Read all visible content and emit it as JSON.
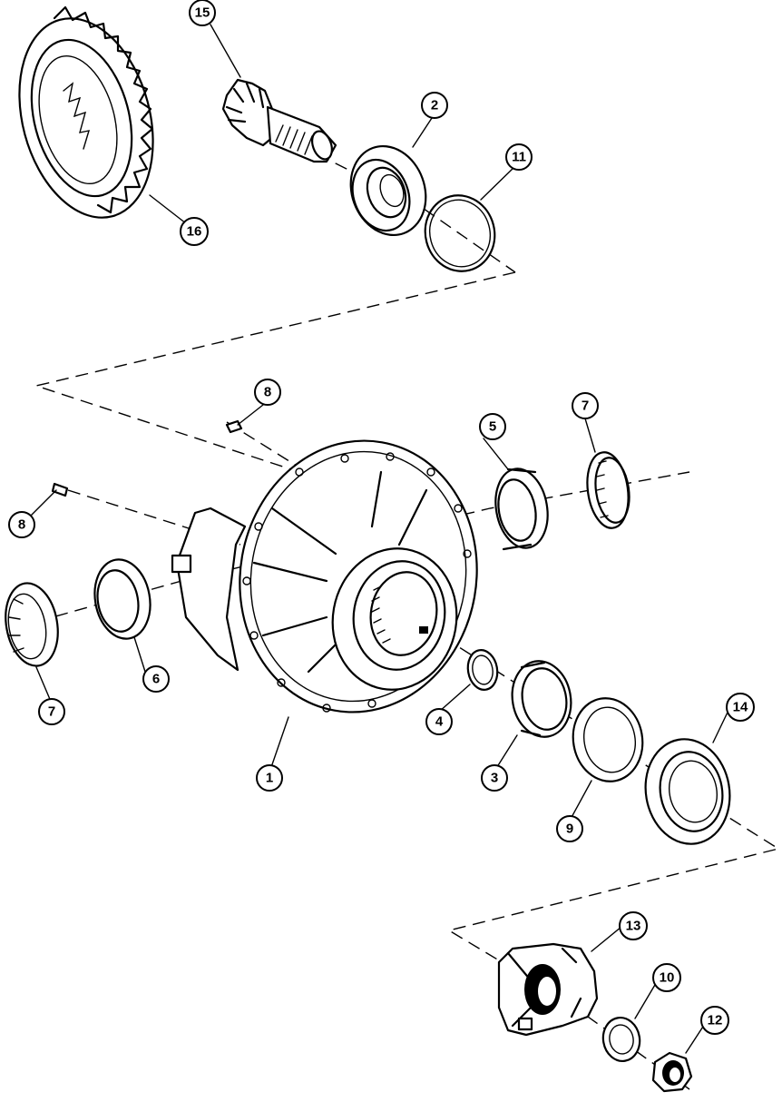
{
  "callouts": [
    {
      "id": "c15",
      "label": "15"
    },
    {
      "id": "c2",
      "label": "2"
    },
    {
      "id": "c11",
      "label": "11"
    },
    {
      "id": "c16",
      "label": "16"
    },
    {
      "id": "c8a",
      "label": "8"
    },
    {
      "id": "c5",
      "label": "5"
    },
    {
      "id": "c7a",
      "label": "7"
    },
    {
      "id": "c8b",
      "label": "8"
    },
    {
      "id": "c6",
      "label": "6"
    },
    {
      "id": "c7b",
      "label": "7"
    },
    {
      "id": "c4",
      "label": "4"
    },
    {
      "id": "c1",
      "label": "1"
    },
    {
      "id": "c3",
      "label": "3"
    },
    {
      "id": "c9",
      "label": "9"
    },
    {
      "id": "c14",
      "label": "14"
    },
    {
      "id": "c13",
      "label": "13"
    },
    {
      "id": "c10",
      "label": "10"
    },
    {
      "id": "c12",
      "label": "12"
    }
  ]
}
